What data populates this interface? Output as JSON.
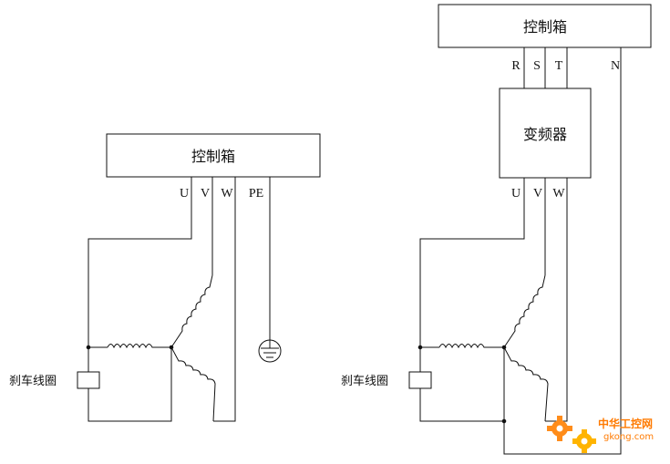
{
  "left": {
    "control_box": "控制箱",
    "terminals": [
      "U",
      "V",
      "W",
      "PE"
    ],
    "brake_coil": "刹车线圈"
  },
  "right": {
    "control_box": "控制箱",
    "supply_terminals": [
      "R",
      "S",
      "T"
    ],
    "neutral_terminal": "N",
    "inverter": "变频器",
    "output_terminals": [
      "U",
      "V",
      "W"
    ],
    "brake_coil": "刹车线圈"
  },
  "watermark": {
    "name": "中华工控网",
    "url": "gkong.com"
  },
  "colors": {
    "line": "#111111",
    "watermark": "#ff7a00"
  }
}
